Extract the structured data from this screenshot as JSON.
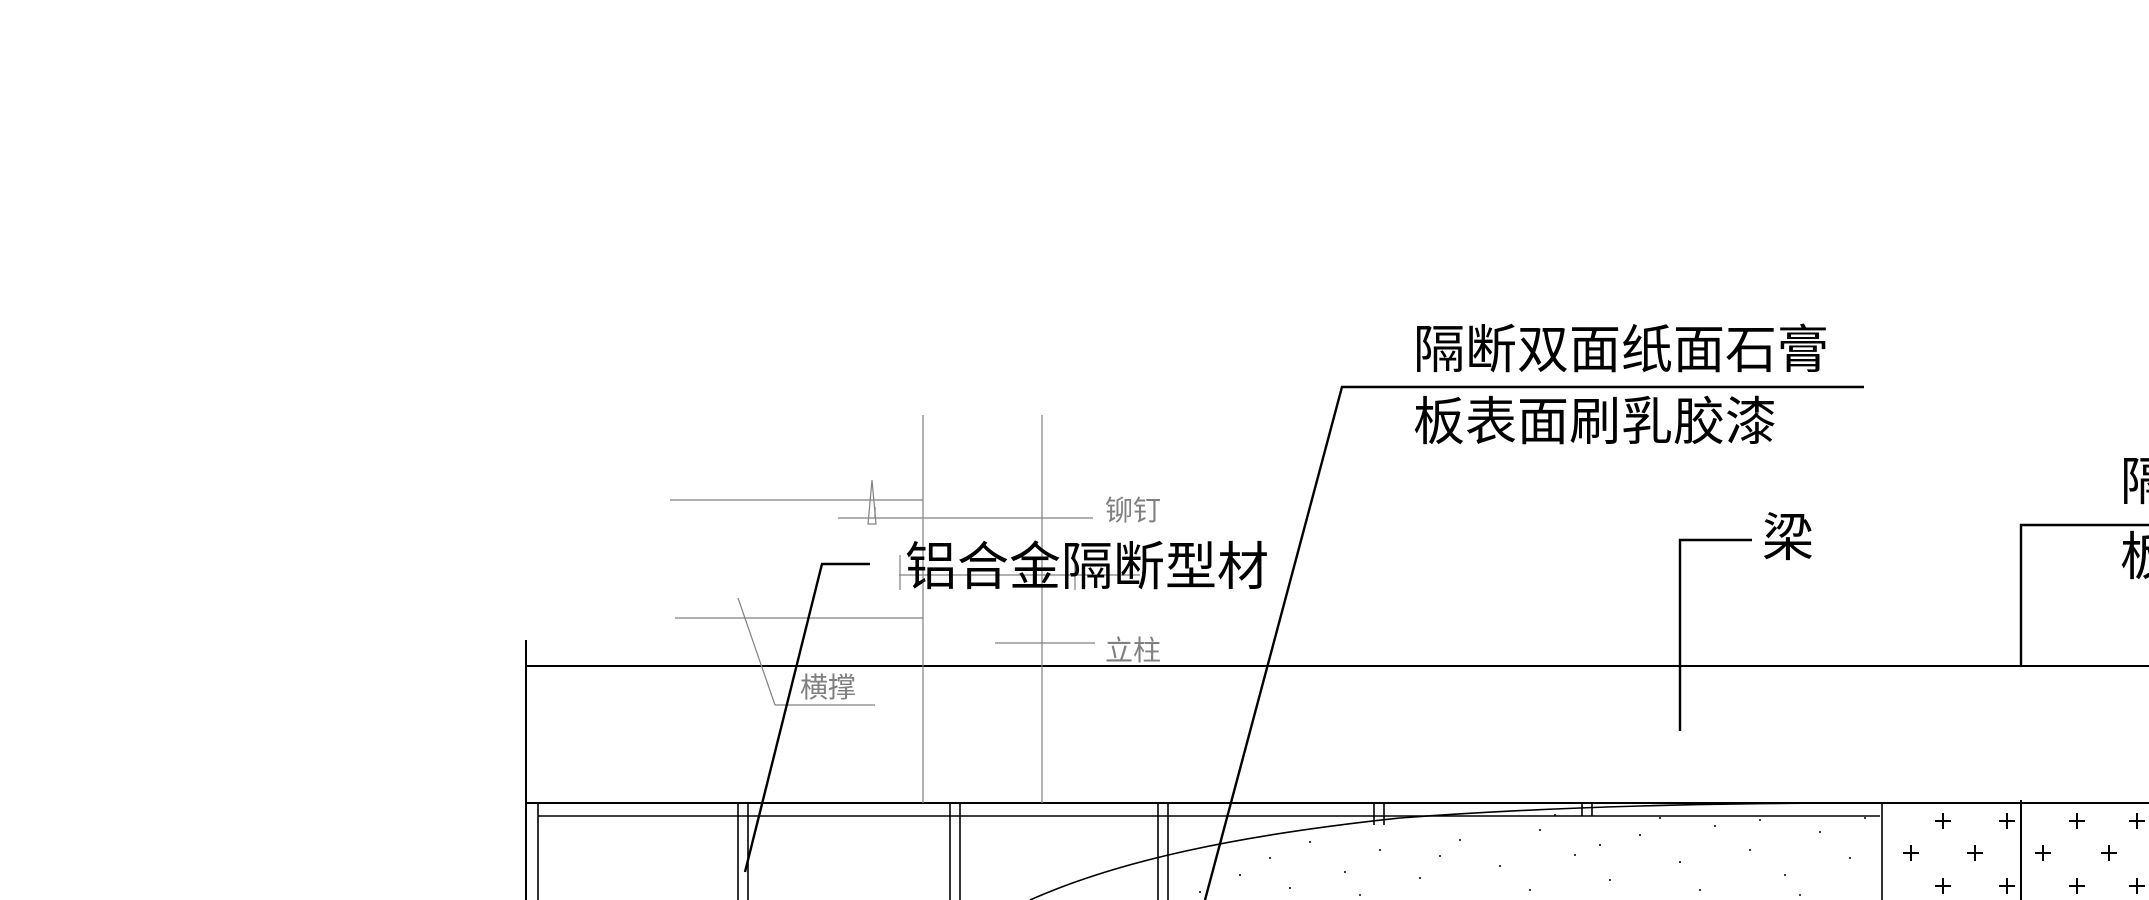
{
  "colors": {
    "line": "#000000",
    "detail": "#808080",
    "background": "#ffffff"
  },
  "labels": {
    "partition_line1": "隔断双面纸面石膏",
    "partition_line2": "板表面刷乳胶漆",
    "aluminum": "铝合金隔断型材",
    "beam": "梁",
    "rivet": "铆钉",
    "column": "立柱",
    "crossbrace": "横撑",
    "right_cut_top": "隔",
    "right_cut_bottom": "板"
  }
}
